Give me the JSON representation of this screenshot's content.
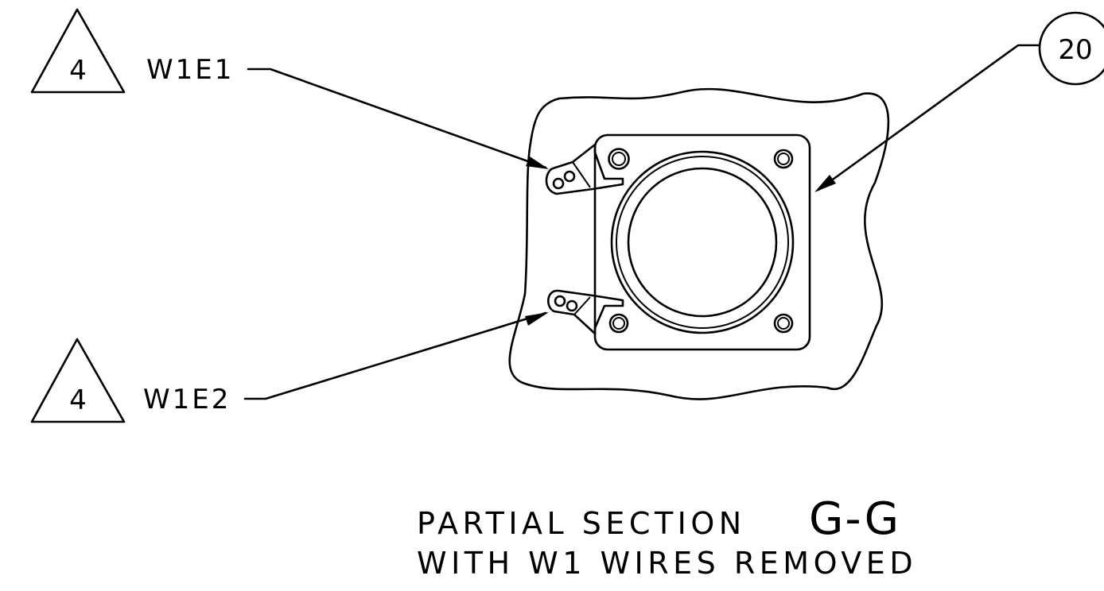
{
  "callouts": {
    "flag_top": {
      "number": "4",
      "label": "W1E1"
    },
    "flag_bottom": {
      "number": "4",
      "label": "W1E2"
    },
    "balloon": {
      "number": "20"
    }
  },
  "title": {
    "line1_text": "PARTIAL SECTION",
    "line1_section_letter": "G-G",
    "line2_text": "WITH W1 WIRES REMOVED"
  },
  "colors": {
    "ink": "#000000",
    "paper": "#ffffff"
  }
}
